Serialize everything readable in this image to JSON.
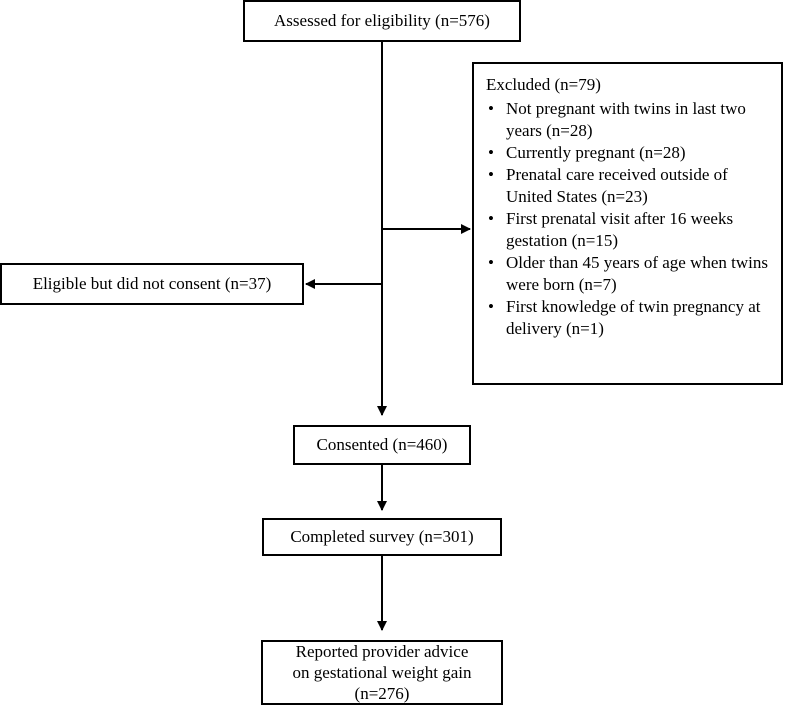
{
  "boxes": {
    "assessed": "Assessed for eligibility (n=576)",
    "excluded_title": "Excluded (n=79)",
    "excluded_items": [
      "Not pregnant with twins in last two years (n=28)",
      "Currently pregnant (n=28)",
      "Prenatal care received outside of United States (n=23)",
      "First prenatal visit after 16 weeks gestation (n=15)",
      "Older than 45 years of age when twins were born (n=7)",
      "First knowledge of twin pregnancy at delivery (n=1)"
    ],
    "no_consent": "Eligible but did not consent (n=37)",
    "consented": "Consented (n=460)",
    "completed": "Completed survey (n=301)",
    "advice_line1": "Reported provider advice",
    "advice_line2": "on gestational weight gain",
    "advice_line3": "(n=276)"
  }
}
